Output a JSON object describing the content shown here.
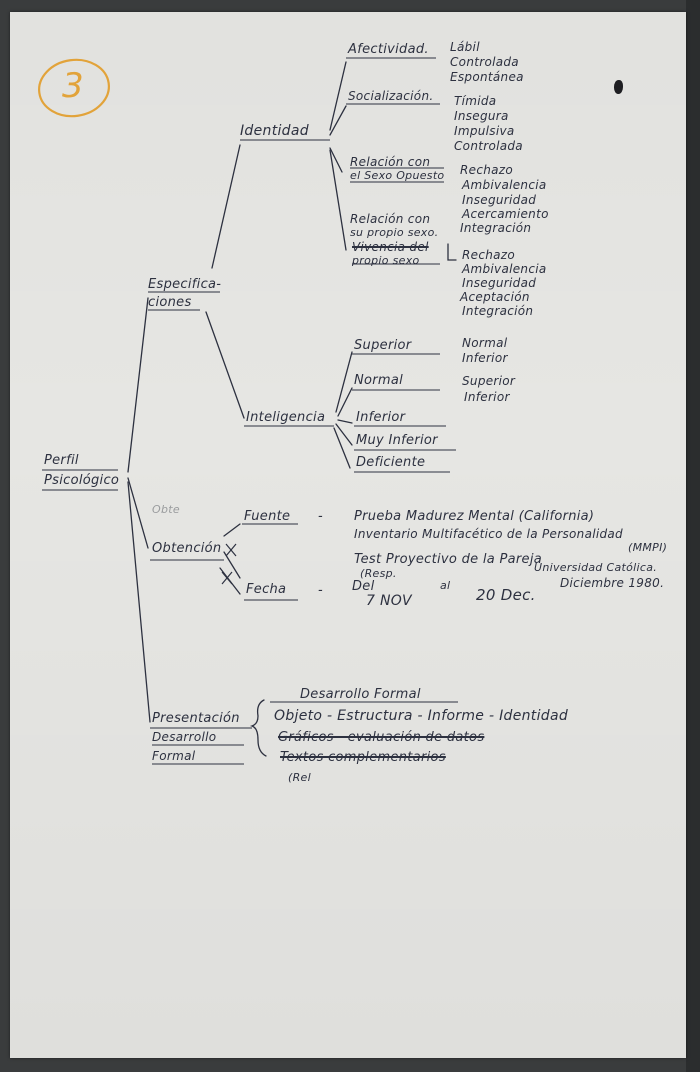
{
  "doc": {
    "page_number": "3",
    "root": [
      "Perfil",
      "Psicológico"
    ],
    "specifications": {
      "label": [
        "Especifica-",
        "ciones"
      ],
      "identity": {
        "label": "Identidad",
        "affect": {
          "label": "Afectividad.",
          "values": [
            "Lábil",
            "Controlada",
            "Espontánea"
          ]
        },
        "socialization": {
          "label": "Socialización.",
          "values": [
            "Tímida",
            "Insegura",
            "Impulsiva",
            "Controlada"
          ]
        },
        "opposite_sex": {
          "label": [
            "Relación con",
            "el Sexo Opuesto"
          ],
          "values": [
            "Rechazo",
            "Ambivalencia",
            "Inseguridad",
            "Acercamiento",
            "Integración"
          ]
        },
        "same_sex": {
          "label": [
            "Relación con",
            "su propio sexo."
          ],
          "struck": [
            "Vivencia del",
            "propio sexo"
          ],
          "values": [
            "Rechazo",
            "Ambivalencia",
            "Inseguridad",
            "Aceptación",
            "Integración"
          ]
        }
      },
      "intelligence": {
        "label": "Inteligencia",
        "levels": [
          "Superior",
          "Normal",
          "Inferior",
          "Muy Inferior",
          "Deficiente"
        ],
        "superior_values": [
          "Normal",
          "Inferior"
        ],
        "normal_values": [
          "Superior",
          "Inferior"
        ]
      }
    },
    "obtaining": {
      "label": "Obtención",
      "faint_note": "Obte",
      "source": {
        "label": "Fuente",
        "dash": "-",
        "items": [
          "Prueba Madurez Mental (California)",
          "Inventario Multifacético de la Personalidad",
          "Test Proyectivo de la Pareja"
        ],
        "mmpi": "(MMPI)",
        "resp": "(Resp.",
        "university": "Universidad Católica."
      },
      "date": {
        "label": "Fecha",
        "dash": "-",
        "del": "Del",
        "from": "7 NOV",
        "al": "al",
        "to": "20 Dec.",
        "note": "Diciembre 1980."
      }
    },
    "presentation": {
      "label": [
        "Presentación",
        "Desarrollo",
        "Formal"
      ],
      "header": "Desarrollo Formal",
      "line1": "Objeto - Estructura - Informe - Identidad",
      "struck1": "Gráficos - evaluación de datos",
      "struck2": "Textos complementarios",
      "note": "(Rel"
    }
  }
}
